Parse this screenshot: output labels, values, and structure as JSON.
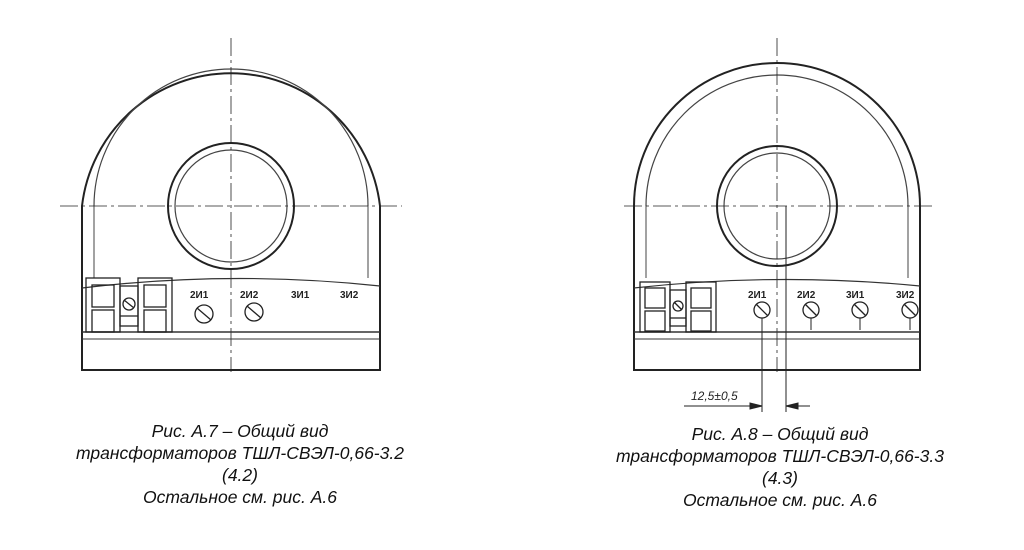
{
  "figures": [
    {
      "caption": {
        "line1": "Рис. А.7 – Общий вид",
        "line2": "трансформаторов ТШЛ-СВЭЛ-0,66-3.2",
        "line3": "(4.2)",
        "line4": "Остальное см. рис. А.6"
      },
      "terminals": [
        "2И1",
        "2И2",
        "3И1",
        "3И2"
      ]
    },
    {
      "caption": {
        "line1": "Рис. А.8 – Общий вид",
        "line2": "трансформаторов ТШЛ-СВЭЛ-0,66-3.3",
        "line3": "(4.3)",
        "line4": "Остальное см. рис. А.6"
      },
      "terminals": [
        "2И1",
        "2И2",
        "3И1",
        "3И2"
      ],
      "dimension": "12,5±0,5"
    }
  ]
}
